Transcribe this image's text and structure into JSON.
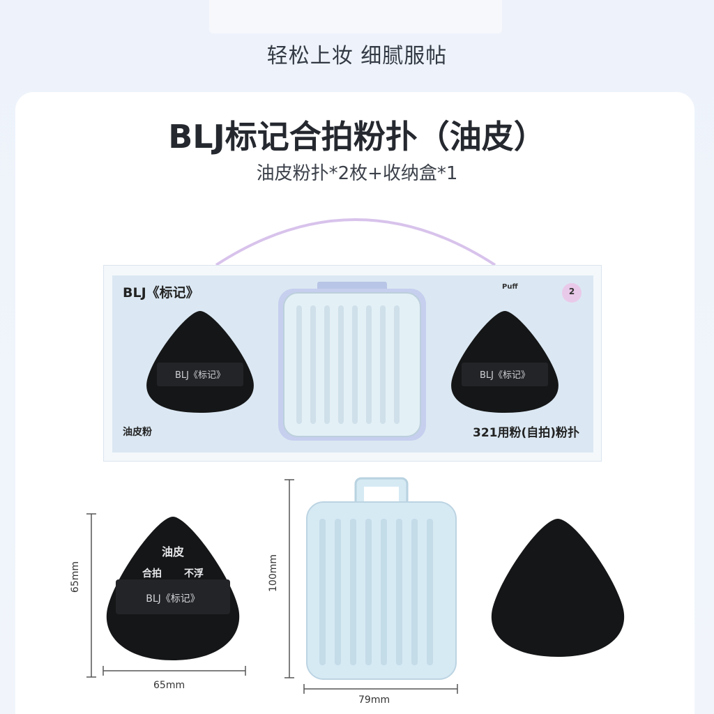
{
  "tagline": "轻松上妆 细腻服帖",
  "product": {
    "title": "BLJ标记合拍粉扑（油皮）",
    "subtitle": "油皮粉扑*2枚+收纳盒*1"
  },
  "giftbox": {
    "brand": "BLJ《标记》",
    "left_text": "油皮粉",
    "right_text": "321用粉(自拍)粉扑",
    "puff_label": "Puff",
    "badge": "2",
    "puff_band": "BLJ《标记》"
  },
  "dimensions": {
    "puff_height": "65mm",
    "puff_width": "65mm",
    "case_height": "100mm",
    "case_width": "79mm"
  },
  "colors": {
    "puff": "#151617",
    "case": "#d6eaf4",
    "box_inner": "#dbe8f3",
    "arc": "#d8c3ec"
  }
}
